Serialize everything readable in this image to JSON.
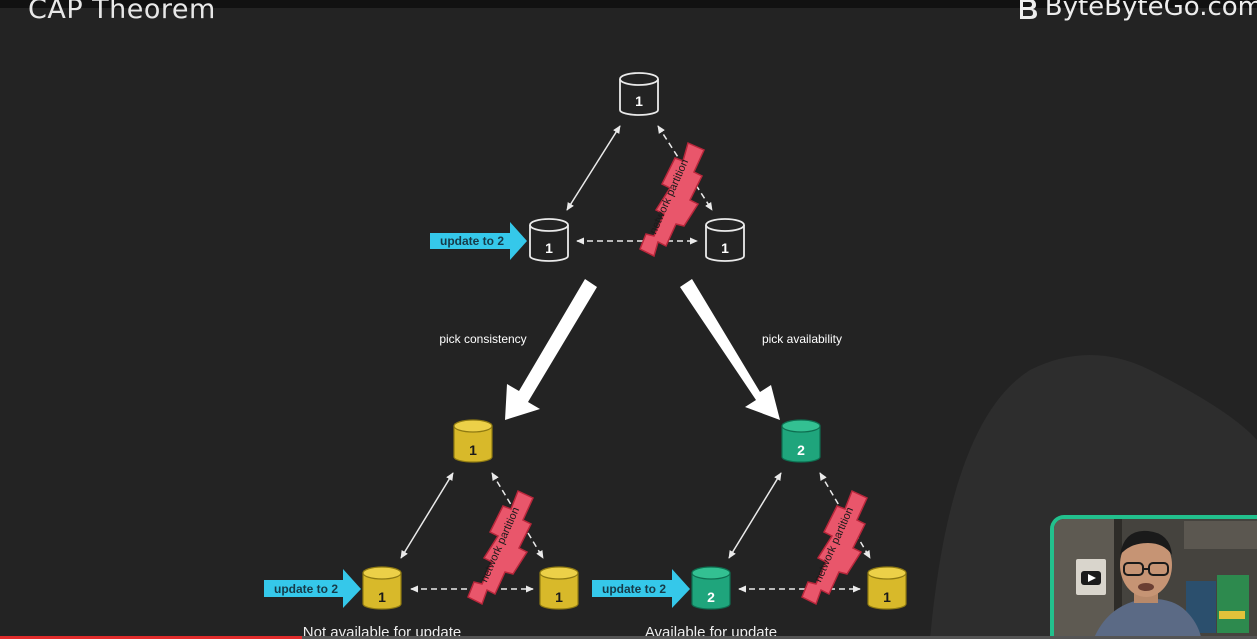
{
  "header": {
    "title": "CAP Theorem",
    "brand": "ByteByteGo.com"
  },
  "diagram": {
    "top": {
      "nodes": [
        "1",
        "1",
        "1"
      ],
      "update_label": "update to 2",
      "partition_label": "network partition"
    },
    "choices": {
      "left_label": "pick consistency",
      "right_label": "pick availability"
    },
    "consistency": {
      "nodes": [
        "1",
        "1",
        "1"
      ],
      "update_label": "update to 2",
      "partition_label": "network partition",
      "caption": "Not available for update"
    },
    "availability": {
      "nodes": [
        "2",
        "2",
        "1"
      ],
      "update_label": "update to 2",
      "partition_label": "network partition",
      "caption": "Available for update"
    }
  },
  "colors": {
    "background": "#232323",
    "update_arrow": "#35c8ea",
    "partition": "#e9566b",
    "consistent_db": "#d8b92a",
    "available_db": "#1fa57c",
    "webcam_border": "#22c08d",
    "progress": "#e12c2c"
  },
  "video": {
    "progress_fraction": 0.24
  }
}
